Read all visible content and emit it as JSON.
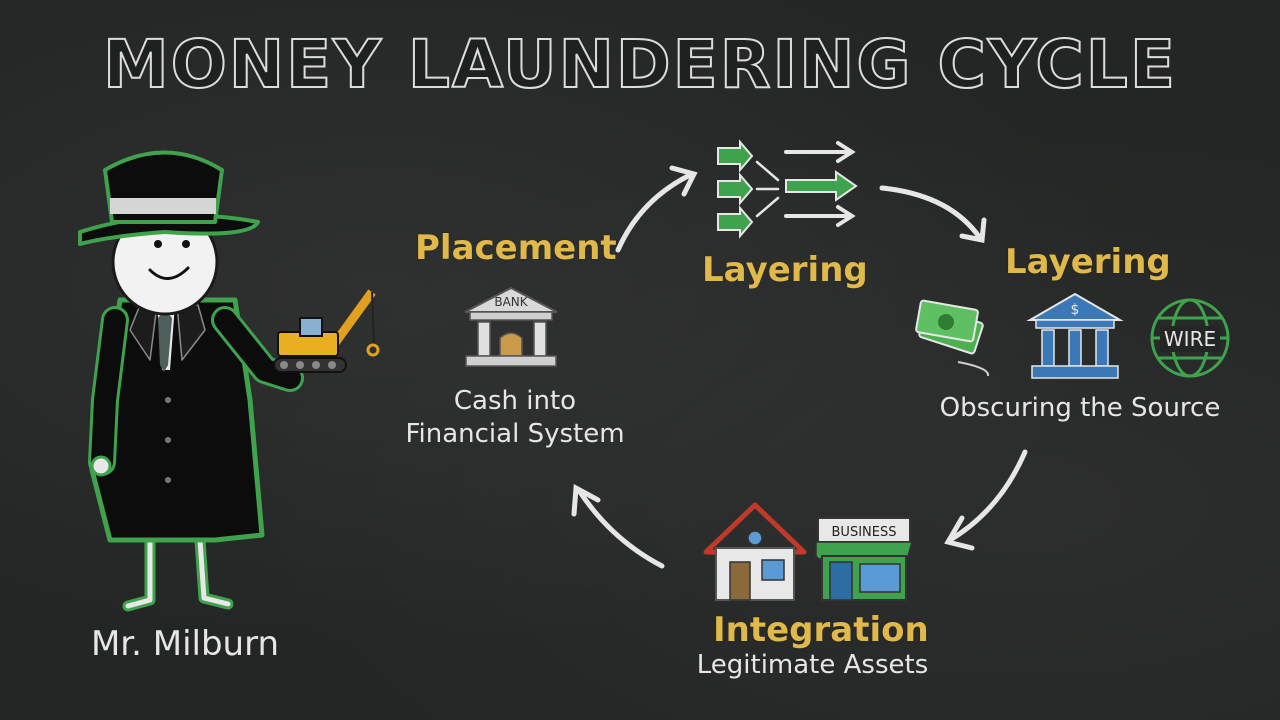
{
  "title": "MONEY LAUNDERING CYCLE",
  "character": {
    "name": "Mr. Milburn"
  },
  "stages": {
    "placement": {
      "title": "Placement",
      "bank_sign": "BANK",
      "caption_line1": "Cash into",
      "caption_line2": "Financial System"
    },
    "layering_top": {
      "title": "Layering"
    },
    "layering_right": {
      "title": "Layering",
      "wire_label": "WIRE",
      "caption": "Obscuring the Source"
    },
    "integration": {
      "title": "Integration",
      "business_sign": "BUSINESS",
      "caption": "Legitimate Assets"
    }
  },
  "colors": {
    "accent_yellow": "#e0b94a",
    "chalk_green": "#3fa34d",
    "bank_blue": "#3a78b8",
    "chalk_white": "#e6e6e6"
  }
}
